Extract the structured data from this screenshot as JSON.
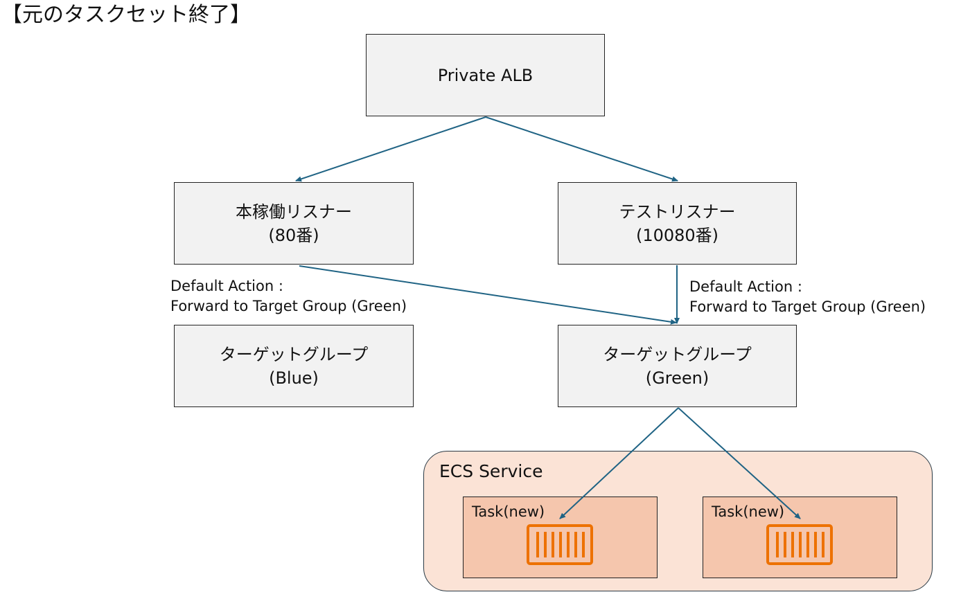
{
  "title": "【元のタスクセット終了】",
  "colors": {
    "arrow": "#1f6384",
    "box_fill": "#f2f2f2",
    "service_fill": "#fbe3d6",
    "task_fill": "#f5c6ad",
    "container_icon": "#ed7100"
  },
  "nodes": {
    "alb": {
      "label": "Private ALB"
    },
    "prod_listener": {
      "line1": "本稼働リスナー",
      "line2": "(80番)"
    },
    "test_listener": {
      "line1": "テストリスナー",
      "line2": "(10080番)"
    },
    "tg_blue": {
      "line1": "ターゲットグループ",
      "line2": "(Blue)"
    },
    "tg_green": {
      "line1": "ターゲットグループ",
      "line2": "(Green)"
    }
  },
  "notes": {
    "prod": {
      "line1": "Default Action :",
      "line2": "Forward to Target Group (Green)"
    },
    "test": {
      "line1": "Default Action :",
      "line2": "Forward to Target Group (Green)"
    }
  },
  "ecs_service": {
    "label": "ECS Service",
    "tasks": [
      {
        "label": "Task(new)",
        "icon": "container-icon"
      },
      {
        "label": "Task(new)",
        "icon": "container-icon"
      }
    ]
  },
  "edges": [
    {
      "from": "alb",
      "to": "prod_listener"
    },
    {
      "from": "alb",
      "to": "test_listener"
    },
    {
      "from": "prod_listener",
      "to": "tg_green"
    },
    {
      "from": "test_listener",
      "to": "tg_green"
    },
    {
      "from": "tg_green",
      "to": "task_1"
    },
    {
      "from": "tg_green",
      "to": "task_2"
    }
  ]
}
